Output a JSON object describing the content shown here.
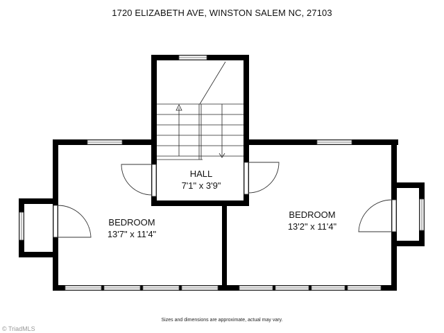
{
  "header": {
    "address": "1720 ELIZABETH AVE, WINSTON SALEM NC, 27103"
  },
  "rooms": [
    {
      "name": "HALL",
      "dimensions": "7'1\" x 3'9\""
    },
    {
      "name": "BEDROOM",
      "dimensions": "13'7\" x 11'4\""
    },
    {
      "name": "BEDROOM",
      "dimensions": "13'2\" x 11'4\""
    }
  ],
  "footer": {
    "disclaimer": "Sizes and dimensions are approximate, actual may vary.",
    "copyright": "© TriadMLS"
  },
  "colors": {
    "wall": "#000000",
    "background": "#ffffff",
    "line": "#333333"
  }
}
